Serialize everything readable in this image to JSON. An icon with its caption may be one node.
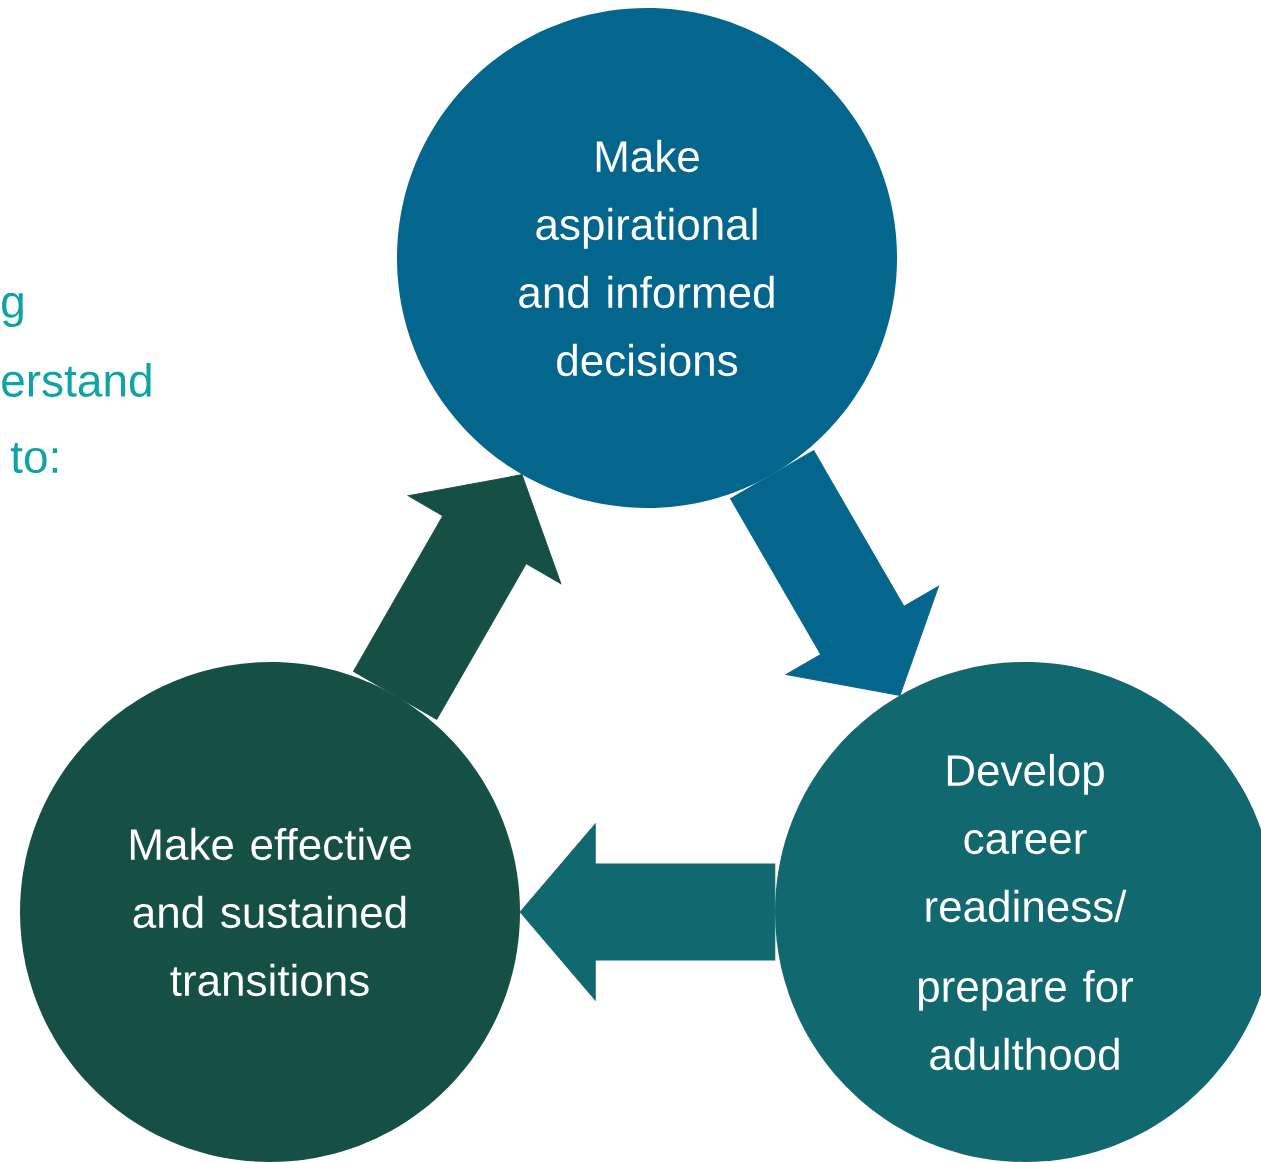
{
  "diagram": {
    "nodes": [
      {
        "text": [
          "Make aspirational and informed decisions"
        ]
      },
      {
        "text": [
          "Develop career readiness/",
          "prepare for adulthood"
        ]
      },
      {
        "text": [
          "Make effective and sustained transitions"
        ]
      }
    ],
    "edges": [
      {
        "from": 0,
        "to": 1,
        "arrow": "to",
        "style": "thick",
        "color": "#05668d"
      },
      {
        "from": 1,
        "to": 2,
        "arrow": "to",
        "style": "thick",
        "color": "#11686e"
      },
      {
        "from": 2,
        "to": 0,
        "arrow": "to",
        "style": "thick",
        "color": "#164f45"
      }
    ],
    "labels": [
      "g",
      "erstand",
      "to:"
    ]
  }
}
